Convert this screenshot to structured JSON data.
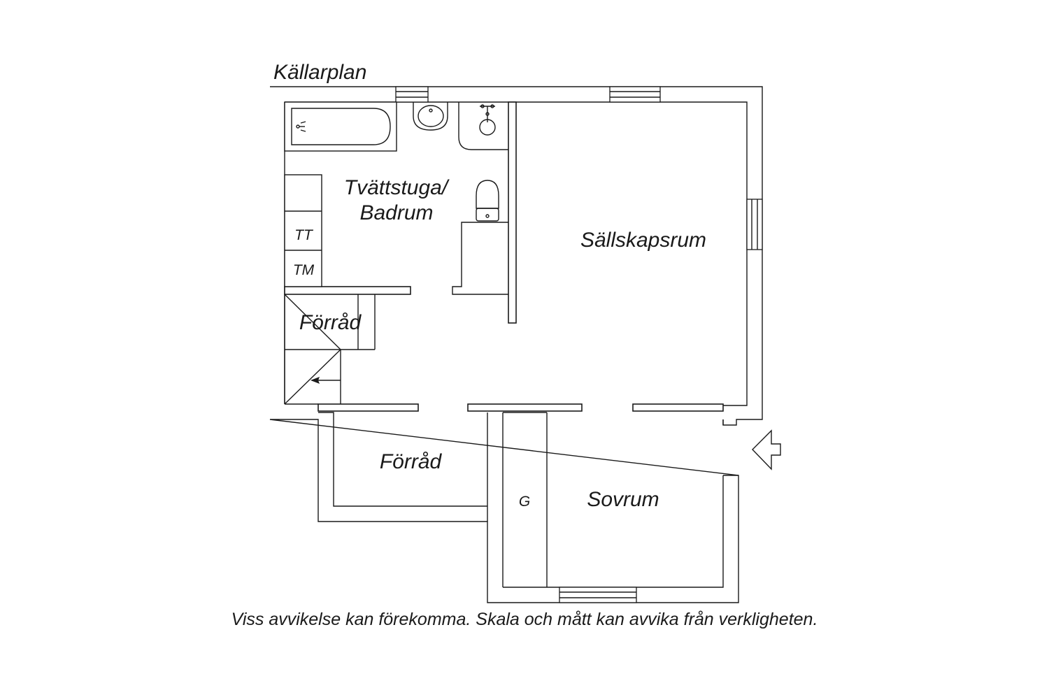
{
  "plan": {
    "title": "Källarplan",
    "disclaimer": "Viss avvikelse kan förekomma. Skala och mått kan avvika från verkligheten.",
    "rooms": {
      "laundry_line1": "Tvättstuga/",
      "laundry_line2": "Badrum",
      "living": "Sällskapsrum",
      "storage_stair": "Förråd",
      "storage_lower": "Förråd",
      "bedroom": "Sovrum"
    },
    "appliances": {
      "dryer": "TT",
      "washer": "TM",
      "wardrobe": "G"
    }
  }
}
